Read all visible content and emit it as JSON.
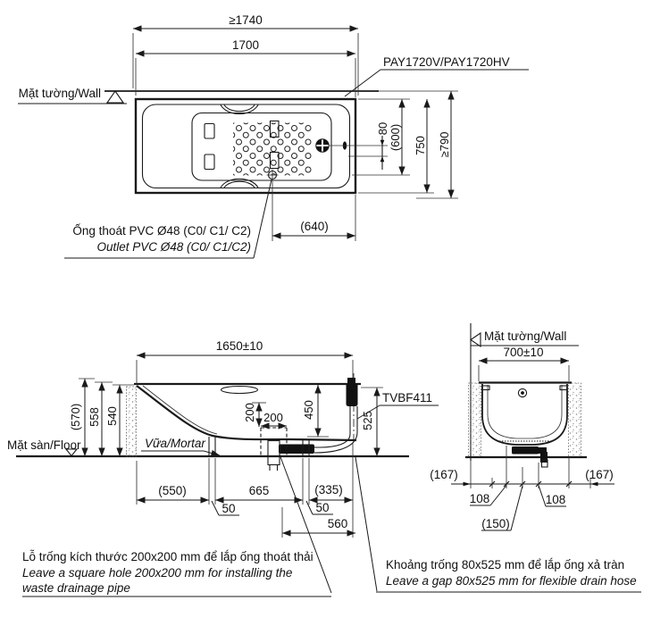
{
  "top": {
    "wall_label": "Mặt tường/Wall",
    "dim_total_length": "≥1740",
    "dim_tub_length": "1700",
    "model_label": "PAY1720V/PAY1720HV",
    "dim_drain_offset": "80",
    "dim_inner_width": "(600)",
    "dim_tub_width": "750",
    "dim_total_width": "≥790",
    "dim_outlet_offset": "(640)",
    "outlet_label_vi": "Ống thoát PVC Ø48 (C0/ C1/ C2)",
    "outlet_label_en": "Outlet PVC Ø48 (C0/ C1/C2)"
  },
  "side": {
    "dim_length": "1650±10",
    "dim_height_total": "(570)",
    "dim_height_rim": "558",
    "dim_height_inner": "540",
    "floor_label": "Mặt sàn/Floor",
    "mortar_label": "Vữa/Mortar",
    "dim_hole_height": "200",
    "dim_hole_width": "200",
    "dim_overflow_height": "450",
    "dim_gap_height": "525",
    "valve_label": "TVBF411",
    "dim_550": "(550)",
    "dim_665": "665",
    "dim_335": "(335)",
    "dim_50_left": "50",
    "dim_50_right": "50",
    "dim_560": "560"
  },
  "end": {
    "wall_label": "Mặt tường/Wall",
    "dim_width": "700±10",
    "dim_167_left": "(167)",
    "dim_167_right": "(167)",
    "dim_108_left": "108",
    "dim_108_right": "108",
    "dim_150": "(150)"
  },
  "notes": {
    "hole_vi": "Lỗ trống kích thước 200x200 mm để lắp ống thoát thải",
    "hole_en_1": "Leave a square hole 200x200 mm for installing the",
    "hole_en_2": "waste drainage pipe",
    "gap_vi": "Khoảng trống 80x525 mm để lắp ống xả tràn",
    "gap_en": "Leave a gap 80x525 mm for flexible drain hose"
  }
}
